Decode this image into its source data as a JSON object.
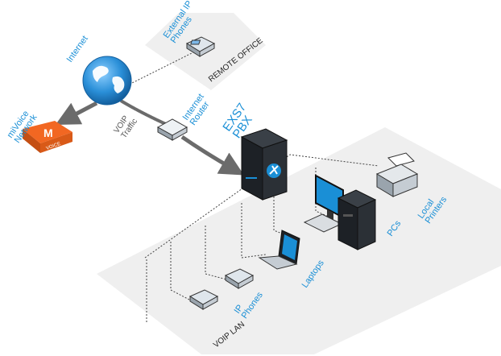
{
  "colors": {
    "accent": "#1a8fd6",
    "panel": "#efefef",
    "mivoice": "#f26722",
    "device_dark": "#1d2126",
    "globe_blue": "#2a8fd8"
  },
  "labels": {
    "internet": "Internet",
    "external_ip_phones": [
      "External IP",
      "Phones"
    ],
    "remote_office": "REMOTE OFFICE",
    "mivoice_network": [
      "miVoice",
      "Network"
    ],
    "mivoice_logo_letter": "M",
    "mivoice_logo_word": "VOICE",
    "voip_traffic": [
      "VOIP",
      "Traffic"
    ],
    "internet_router": [
      "Internet",
      "Router"
    ],
    "exs7_pbx": [
      "EXS7",
      "PBX"
    ],
    "local_printers": [
      "Local",
      "Printers"
    ],
    "pcs": "PCs",
    "laptops": "Laptops",
    "ip_phones": [
      "IP",
      "Phones"
    ],
    "voip_lan": "VOIP LAN"
  },
  "icons": [
    "globe-icon",
    "desk-phone-icon",
    "router-icon",
    "server-icon",
    "monitor-icon",
    "laptop-icon",
    "printer-icon",
    "mivoice-logo-icon"
  ]
}
